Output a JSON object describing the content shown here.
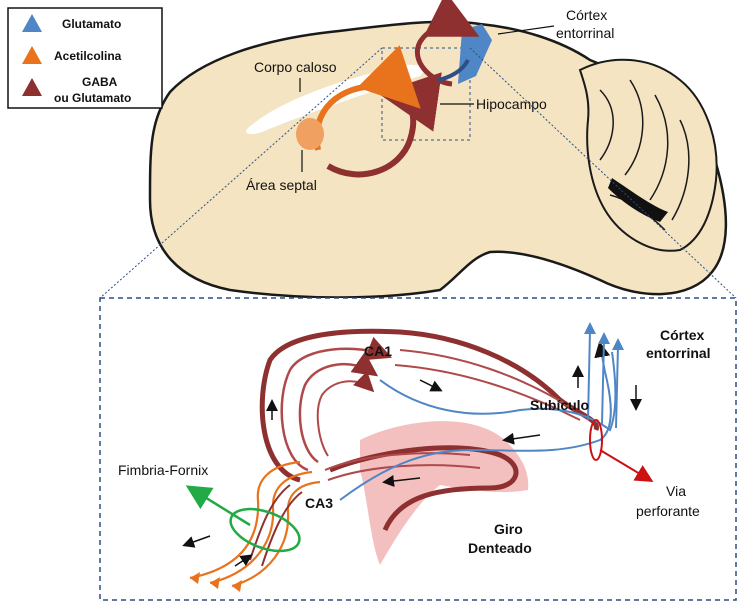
{
  "legend": {
    "items": [
      {
        "label": "Glutamato",
        "color": "#4f86c6"
      },
      {
        "label": "Acetilcolina",
        "color": "#e8731c"
      },
      {
        "label_line1": "GABA",
        "label_line2": "ou Glutamato",
        "color": "#8e3030"
      }
    ]
  },
  "brain_labels": {
    "corpo_caloso": "Corpo caloso",
    "cortex_line1": "Córtex",
    "cortex_line2": "entorrinal",
    "hipocampo": "Hipocampo",
    "area_septal": "Área septal"
  },
  "detail_labels": {
    "ca1": "CA1",
    "ca3": "CA3",
    "subiculo": "Subículo",
    "cortex_line1": "Córtex",
    "cortex_line2": "entorrinal",
    "fimbria": "Fimbria-Fornix",
    "via_line1": "Via",
    "via_line2": "perforante",
    "giro_line1": "Giro",
    "giro_line2": "Denteado"
  },
  "colors": {
    "brain_fill": "#f4e4c1",
    "brain_outline": "#1a1a1a",
    "glutamate": "#4f86c6",
    "acetylcholine": "#e8731c",
    "gaba": "#8e3030",
    "gyrus_fill": "#f3b8b8",
    "perforant_arrow": "#cc1111",
    "fornix_ring": "#22aa44",
    "dashed_box": "#2b4f86"
  }
}
